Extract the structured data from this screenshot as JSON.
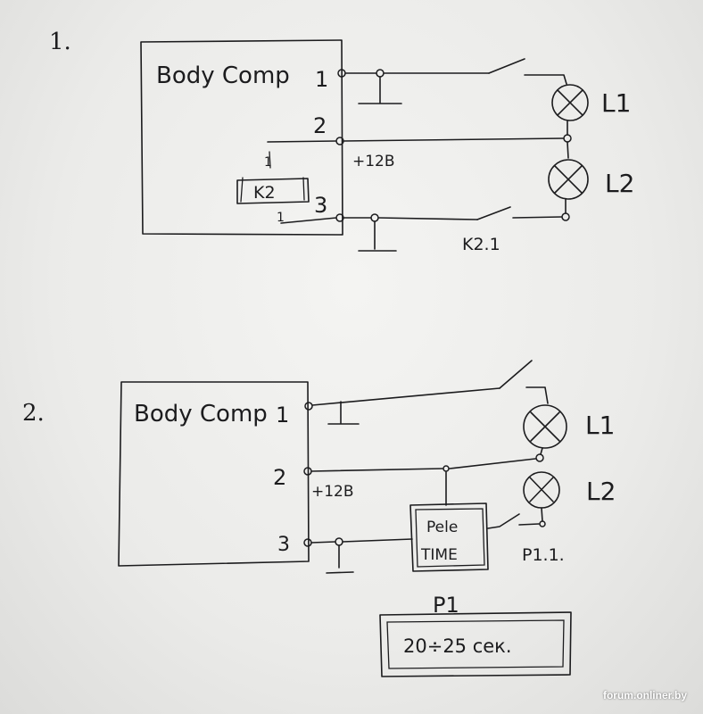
{
  "diagram1": {
    "index": "1.",
    "box_title": "Body Comp",
    "pin1": "1",
    "pin2": "2",
    "pin3": "3",
    "voltage": "+12B",
    "relay": "K2",
    "relay_pin_a": "1",
    "relay_pin_b": "1",
    "contact": "K2.1",
    "lamp1": "L1",
    "lamp2": "L2"
  },
  "diagram2": {
    "index": "2.",
    "box_title": "Body Comp",
    "pin1": "1",
    "pin2": "2",
    "pin3": "3",
    "voltage": "+12B",
    "relay_line1": "Pele",
    "relay_line2": "TIME",
    "contact": "P1.1.",
    "lamp1": "L1",
    "lamp2": "L2",
    "relay_name": "P1",
    "timer": "20÷25 сек."
  },
  "watermark": "forum.onliner.by"
}
